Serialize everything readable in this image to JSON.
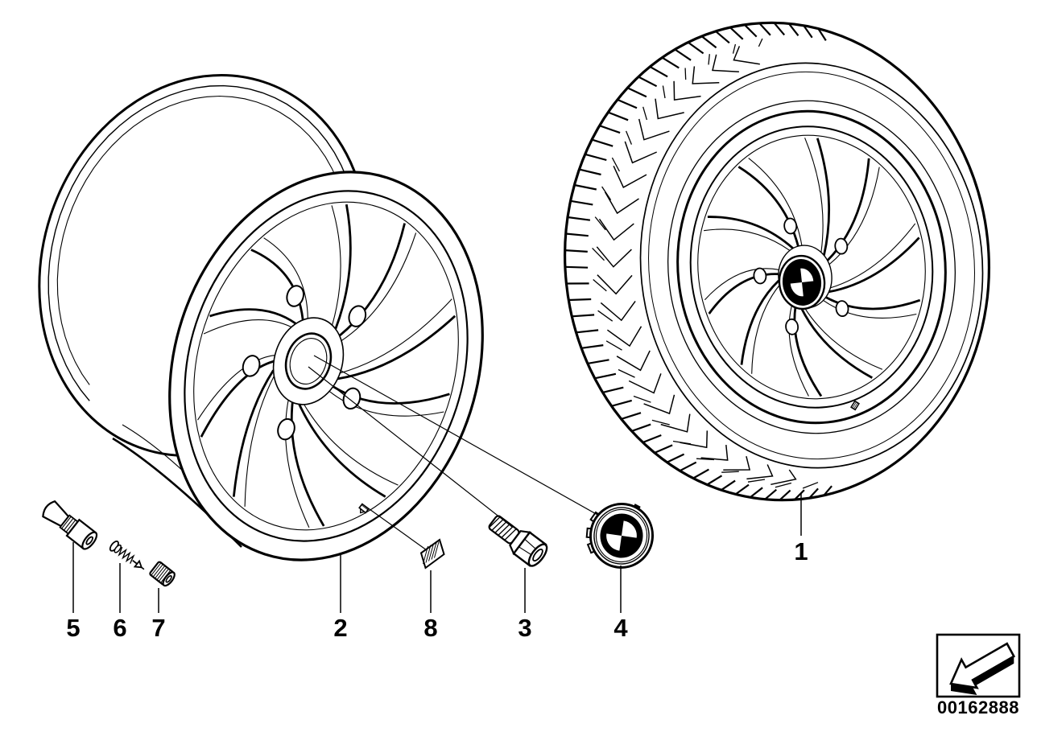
{
  "diagram": {
    "type": "parts-exploded-diagram",
    "subject": "light alloy wheel with tyre, wheel bolt, hub cap, valve set, balance weight",
    "callouts": [
      {
        "part": "1"
      },
      {
        "part": "2"
      },
      {
        "part": "3"
      },
      {
        "part": "4"
      },
      {
        "part": "5"
      },
      {
        "part": "6"
      },
      {
        "part": "7"
      },
      {
        "part": "8"
      }
    ],
    "doc_number": "00162888",
    "icons": {
      "legend": "direction-arrow-down-left"
    },
    "colors": {
      "line": "#000000",
      "background": "#ffffff"
    }
  }
}
